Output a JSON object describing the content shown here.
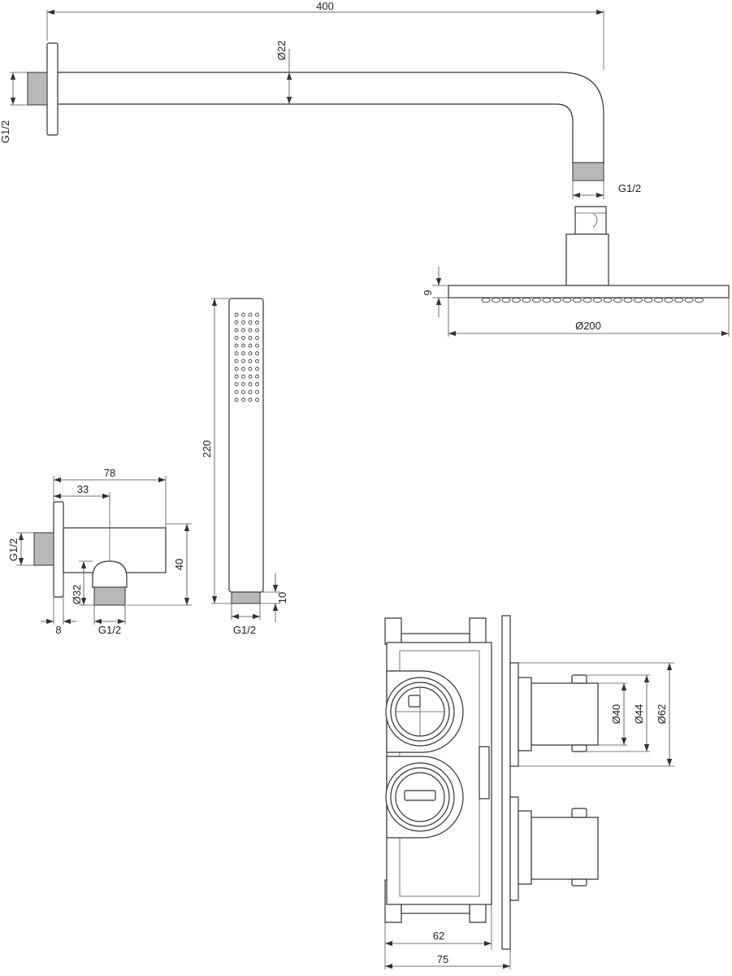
{
  "colors": {
    "line": "#333333",
    "thread": "#b8b8b8",
    "background": "#ffffff"
  },
  "dimensions": {
    "arm_length": "400",
    "arm_diameter": "Ø22",
    "wall_thread": "G1/2",
    "arm_outlet_thread": "G1/2",
    "head_thickness": "9",
    "head_diameter": "Ø200",
    "handset_length": "220",
    "handset_base": "10",
    "handset_thread": "G1/2",
    "elbow_length": "78",
    "elbow_offset": "33",
    "elbow_wall_thread": "G1/2",
    "elbow_height": "40",
    "elbow_outlet_diameter": "Ø32",
    "elbow_flange": "8",
    "elbow_outlet_thread": "G1/2",
    "knob_d1": "Ø40",
    "knob_d2": "Ø44",
    "knob_d3": "Ø62",
    "box_depth_inner": "62",
    "box_depth_outer": "75"
  }
}
